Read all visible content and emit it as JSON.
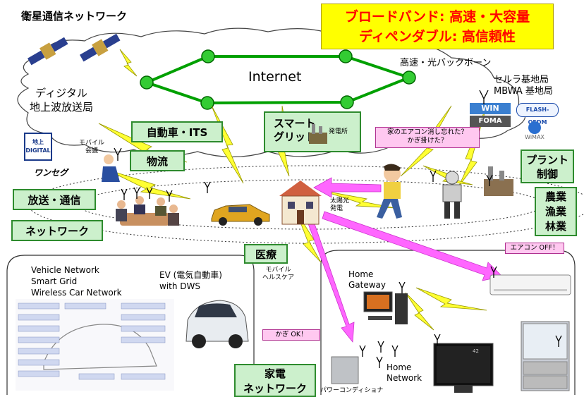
{
  "headline": {
    "line1": "ブロードバンド: 高速・大容量",
    "line2": "ディペンダブル: 高信頼性"
  },
  "labels": {
    "satellite_network": "衛星通信ネットワーク",
    "internet": "Internet",
    "backbone": "高速・光バックボーン",
    "digital_broadcast_line1": "ディジタル",
    "digital_broadcast_line2": "地上波放送局",
    "cellular_line1": "セルラ基地局",
    "cellular_line2": "MBWA 基地局",
    "smart_grid_line1": "スマート",
    "smart_grid_line2": "グリッド",
    "power_plant": "発電所",
    "mobile_meeting_line1": "モバイル",
    "mobile_meeting_line2": "会議",
    "solar_line1": "太陽光",
    "solar_line2": "発電",
    "mobile_healthcare_line1": "モバイル",
    "mobile_healthcare_line2": "ヘルスケア",
    "home_gateway_line1": "Home",
    "home_gateway_line2": "Gateway",
    "home_network_line1": "Home",
    "home_network_line2": "Network",
    "power_conditioner": "パワーコンディショナ",
    "vehicle_network": "Vehicle Network",
    "smart_grid_en": "Smart Grid",
    "wireless_car_network": "Wireless Car Network",
    "ev_line1": "EV (電気自動車)",
    "ev_line2": "with DWS",
    "chidigi_logo": "地上DIGITAL",
    "oneseg_logo": "ワンセグ",
    "win_logo": "WIN",
    "foma_logo": "FOMA",
    "flash_ofdm_logo": "FLASH-OFDM",
    "wimax_logo": "WiMAX",
    "tv_badge": "42"
  },
  "green_boxes": {
    "automotive_its": "自動車・ITS",
    "logistics": "物流",
    "broadcast_comm": "放送・通信",
    "network": "ネットワーク",
    "medical": "医療",
    "plant_control_line1": "プラント",
    "plant_control_line2": "制御",
    "agri_line1": "農業",
    "agri_line2": "漁業",
    "agri_line3": "林業",
    "appliance_net_line1": "家電",
    "appliance_net_line2": "ネットワーク"
  },
  "callouts": {
    "aircon_question_line1": "家のエアコン消し忘れた？",
    "aircon_question_line2": "かぎ掛けた？",
    "aircon_off": "エアコン OFF！",
    "key_ok": "かぎ OK！"
  },
  "colors": {
    "headline_bg": "#ffff00",
    "headline_text": "#ff0000",
    "green_fill": "#ccf0cc",
    "green_border": "#2e8b2e",
    "internet_ring": "#00a000",
    "lightning": "#ffff33",
    "pink_arrow": "#ff66ff"
  }
}
